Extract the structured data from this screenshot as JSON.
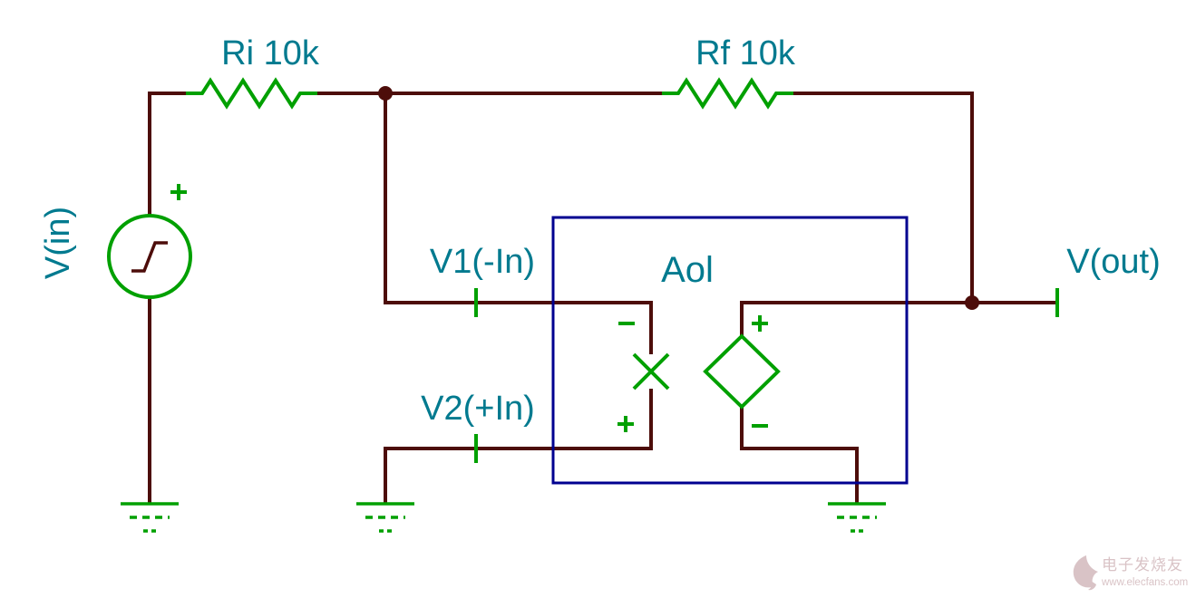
{
  "colors": {
    "wire": "#4d0d0a",
    "component": "#00a000",
    "label": "#007a8f",
    "box": "#000090",
    "watermark": "#d9c3c6",
    "background": "#ffffff"
  },
  "labels": {
    "vin": "V(in)",
    "ri": "Ri 10k",
    "rf": "Rf 10k",
    "v1": "V1(-In)",
    "v2": "V2(+In)",
    "aol": "Aol",
    "vout": "V(out)"
  },
  "icons": {
    "source_polarity": "plus-icon",
    "source_waveform": "step-waveform-icon",
    "opamp_inverting_input": "minus-icon",
    "opamp_noninverting_input": "plus-icon",
    "controlled_source_positive": "plus-icon",
    "controlled_source_negative": "minus-icon",
    "opamp_input_stage": "x-cross-icon",
    "controlled_source": "diamond-icon",
    "ground": "ground-icon",
    "voltage_pin": "pin-tick-icon",
    "output_terminal": "terminal-icon",
    "watermark_logo": "elecfans-logo-icon"
  },
  "watermark": {
    "site_name": "电子发烧友",
    "site_url": "www.elecfans.com"
  }
}
